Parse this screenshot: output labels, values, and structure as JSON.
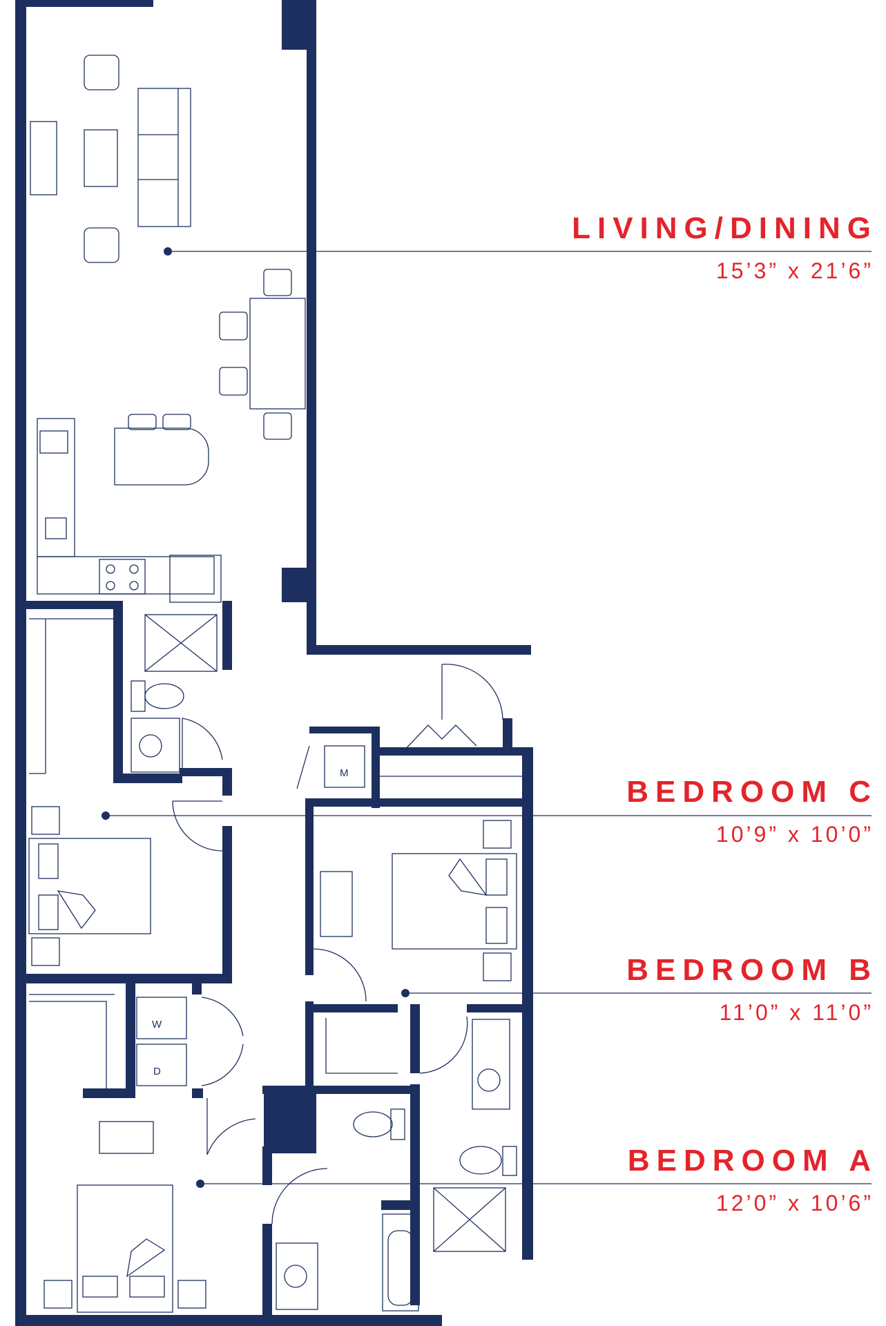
{
  "rooms": [
    {
      "name": "LIVING/DINING",
      "dims": "15’3” x 21’6”"
    },
    {
      "name": "BEDROOM C",
      "dims": "10’9” x 10’0”"
    },
    {
      "name": "BEDROOM B",
      "dims": "11’0” x 11’0”"
    },
    {
      "name": "BEDROOM A",
      "dims": "12’0” x 10’6”"
    }
  ],
  "appliance_labels": {
    "mechanical": "M",
    "washer": "W",
    "dryer": "D"
  },
  "colors": {
    "wall": "#1d2f5e",
    "label": "#e3242b",
    "background": "#ffffff"
  }
}
